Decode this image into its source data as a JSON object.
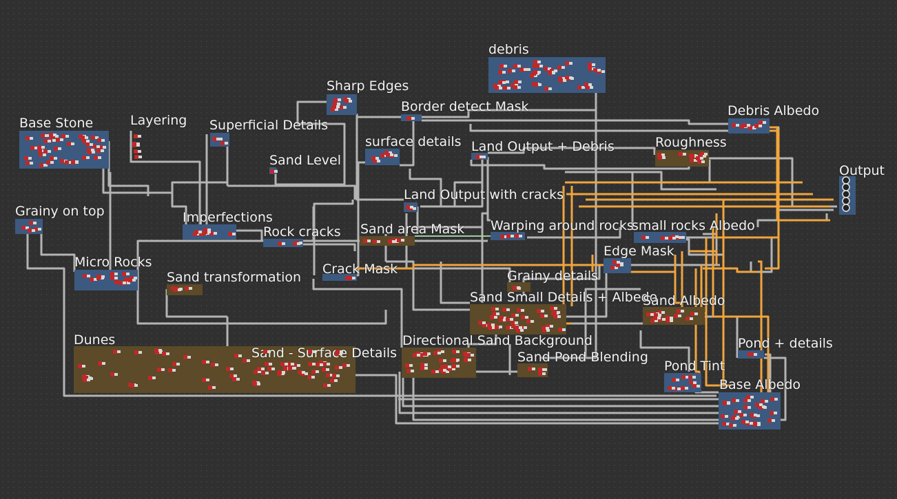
{
  "graph": {
    "frames": [
      {
        "id": "debris",
        "title": "debris",
        "color": "blue"
      },
      {
        "id": "sharp-edges",
        "title": "Sharp Edges",
        "color": "blue"
      },
      {
        "id": "border-detect-mask",
        "title": "Border detect Mask",
        "color": "blue"
      },
      {
        "id": "debris-albedo",
        "title": "Debris Albedo",
        "color": "blue"
      },
      {
        "id": "base-stone",
        "title": "Base Stone",
        "color": "blue"
      },
      {
        "id": "layering",
        "title": "Layering",
        "color": "none"
      },
      {
        "id": "superficial-details",
        "title": "Superficial Details",
        "color": "blue"
      },
      {
        "id": "surface-details",
        "title": "surface details",
        "color": "blue"
      },
      {
        "id": "land-output-debris",
        "title": "Land Output + Debris",
        "color": "blue"
      },
      {
        "id": "roughness",
        "title": "Roughness",
        "color": "brown"
      },
      {
        "id": "output",
        "title": "Output",
        "color": "blue"
      },
      {
        "id": "sand-level",
        "title": "Sand Level",
        "color": "blue"
      },
      {
        "id": "land-output-cracks",
        "title": "Land Output with cracks",
        "color": "blue"
      },
      {
        "id": "grainy-on-top",
        "title": "Grainy on top",
        "color": "blue"
      },
      {
        "id": "imperfections",
        "title": "Imperfections",
        "color": "blue"
      },
      {
        "id": "rock-cracks",
        "title": "Rock cracks",
        "color": "blue"
      },
      {
        "id": "sand-area-mask",
        "title": "Sand area Mask",
        "color": "brown"
      },
      {
        "id": "warping-around-rocks",
        "title": "Warping around rocks",
        "color": "blue"
      },
      {
        "id": "small-rocks-albedo",
        "title": "small rocks Albedo",
        "color": "blue"
      },
      {
        "id": "micro-rocks",
        "title": "Micro Rocks",
        "color": "blue"
      },
      {
        "id": "edge-mask",
        "title": "Edge Mask",
        "color": "blue"
      },
      {
        "id": "crack-mask",
        "title": "Crack Mask",
        "color": "blue"
      },
      {
        "id": "sand-transformation",
        "title": "Sand transformation",
        "color": "brown"
      },
      {
        "id": "grainy-details",
        "title": "Grainy details",
        "color": "brown"
      },
      {
        "id": "sand-small-details-albedo",
        "title": "Sand Small Details + Albedo",
        "color": "brown"
      },
      {
        "id": "sand-albedo",
        "title": "Sand Albedo",
        "color": "brown"
      },
      {
        "id": "dunes",
        "title": "Dunes",
        "color": "brown"
      },
      {
        "id": "directional-sand-background",
        "title": "Directional Sand Background",
        "color": "brown"
      },
      {
        "id": "pond-details",
        "title": "Pond + details",
        "color": "blue"
      },
      {
        "id": "sand-surface-details",
        "title": "Sand - Surface Details",
        "color": "brown"
      },
      {
        "id": "sand-pond-blending",
        "title": "Sand Pond Blending",
        "color": "brown"
      },
      {
        "id": "pond-tint",
        "title": "Pond Tint",
        "color": "blue"
      },
      {
        "id": "base-albedo",
        "title": "Base Albedo",
        "color": "blue"
      }
    ],
    "colors": {
      "background": "#303030",
      "frame_blue": "#3c5a80",
      "frame_brown": "#5c4a28",
      "wire_grayscale": "#b4b4b4",
      "wire_color": "#f0a53c",
      "wire_green": "#9ccf9c",
      "node_red": "#c02828",
      "node_white": "#d8d8d8"
    },
    "icons": {
      "output_sockets": "circle-icon"
    }
  }
}
